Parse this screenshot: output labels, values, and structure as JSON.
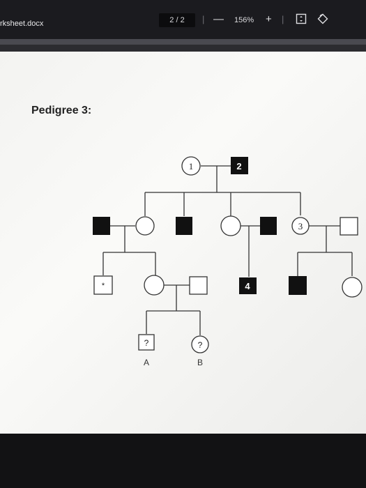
{
  "toolbar": {
    "doc_title": "rksheet.docx",
    "page_indicator": "2 / 2",
    "zoom_out": "—",
    "zoom_level": "156%",
    "zoom_in": "+",
    "fit_icon": "fit-to-page-icon",
    "rotate_icon": "rotate-icon"
  },
  "page": {
    "heading": "Pedigree 3:"
  },
  "pedigree": {
    "label_1": "1",
    "label_2": "2",
    "label_3": "3",
    "label_4": "4",
    "marker_star": "*",
    "query_a": "?",
    "query_b": "?",
    "name_a": "A",
    "name_b": "B"
  },
  "colors": {
    "affected": "#111111",
    "line": "#333333"
  }
}
